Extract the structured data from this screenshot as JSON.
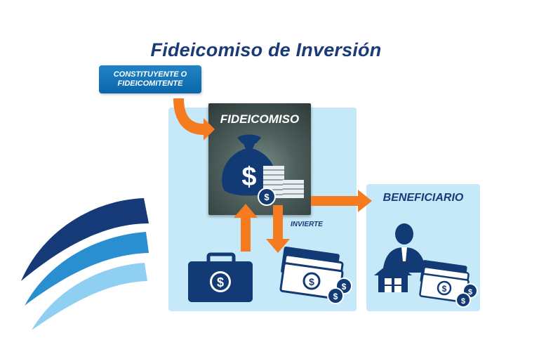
{
  "title": "Fideicomiso de Inversión",
  "constituyente_label": "CONSTITUYENTE O FIDEICOMITENTE",
  "fideicomiso_label": "FIDEICOMISO",
  "beneficiario_label": "BENEFICIARIO",
  "invierte_label": "INVIERTE",
  "colors": {
    "title": "#1b3a78",
    "panel": "#c5e9f8",
    "arrow": "#f47b20",
    "button": "#0b66aa",
    "icon_navy": "#123a75"
  },
  "icons": [
    "money-bag-icon",
    "coin-stack-icon",
    "briefcase-icon",
    "banknotes-icon",
    "person-icon",
    "house-icon"
  ]
}
